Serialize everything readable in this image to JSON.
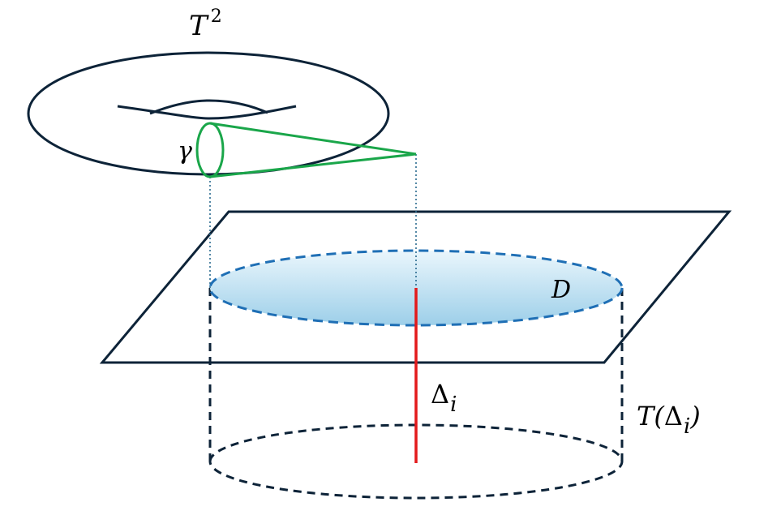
{
  "labels": {
    "torus": {
      "base": "T",
      "sup": "2"
    },
    "loop": "γ",
    "disk": "D",
    "segment": {
      "base": "Δ",
      "sub": "i"
    },
    "tube": {
      "prefix": "T(",
      "base": "Δ",
      "sub": "i",
      "suffix": ")"
    }
  },
  "colors": {
    "outline": "#0d2338",
    "green": "#1aa64a",
    "red": "#e3191b",
    "disk_edge": "#1f6fb5",
    "disk_fill_top": "#e9f5fb",
    "disk_fill_bottom": "#9fd0ea",
    "dotted": "#2a6b8f",
    "dashed": "#0d2338"
  }
}
